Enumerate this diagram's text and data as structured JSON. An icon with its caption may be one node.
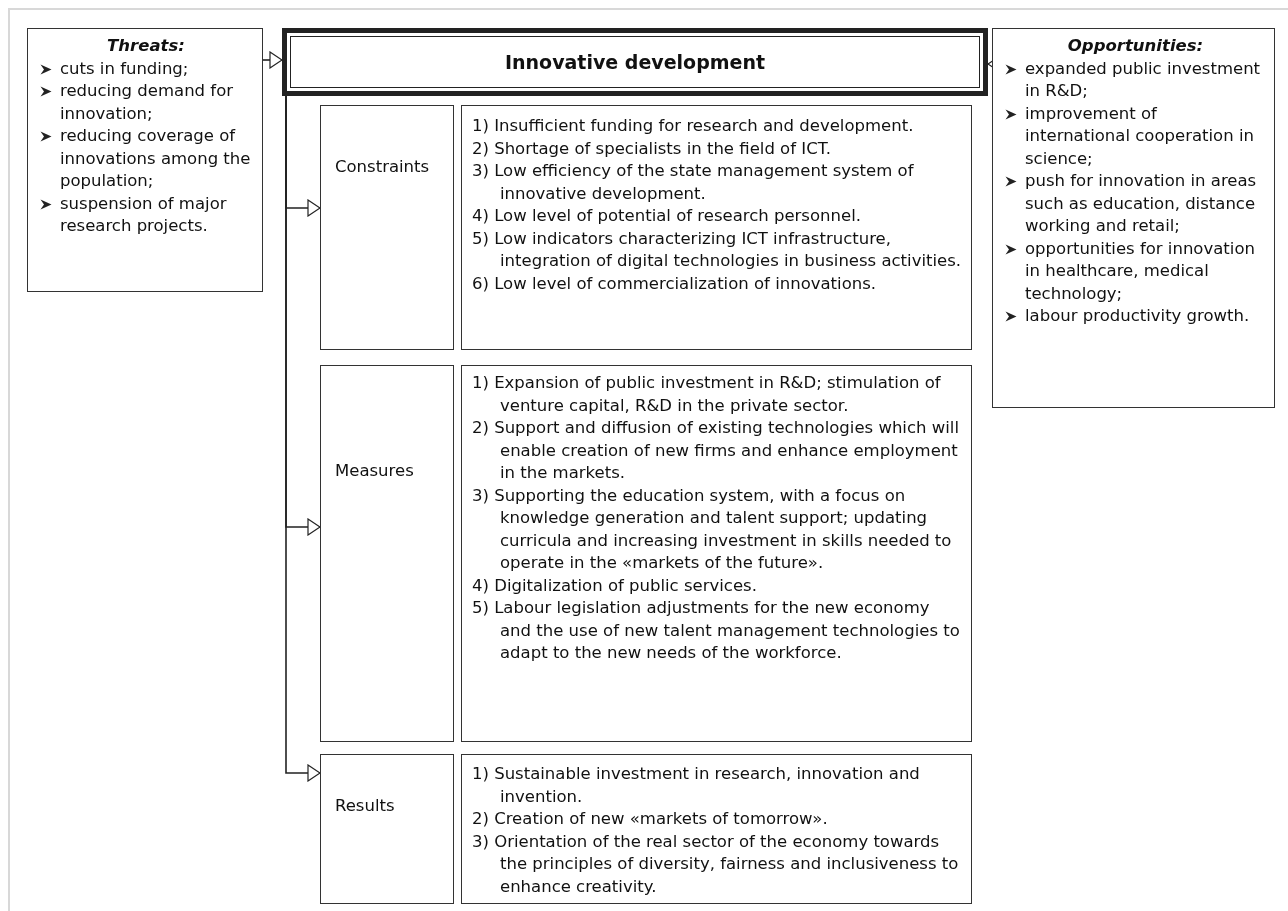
{
  "diagram": {
    "nodes": [
      {
        "text": [
          "Threats:",
          "cuts in funding;",
          "reducing demand for innovation;",
          "reducing coverage of innovations among the population;",
          "suspension of major research projects."
        ]
      },
      {
        "text": [
          "Innovative development"
        ]
      },
      {
        "text": [
          "Opportunities:",
          "expanded public investment in R&D;",
          "improvement of international cooperation in science;",
          "push for innovation in areas such as education, distance working and retail;",
          "opportunities for innovation in healthcare, medical technology;",
          "labour productivity growth."
        ]
      },
      {
        "text": [
          "Constraints"
        ]
      },
      {
        "text": [
          "1) Insufficient funding for research and development.",
          "2) Shortage of specialists in the field of ICT.",
          "3) Low efficiency of the state management system of innovative development.",
          "4) Low level of potential of research personnel.",
          "5) Low indicators characterizing ICT infrastructure, integration of digital technologies in business activities.",
          "6) Low level of commercialization of innovations."
        ]
      },
      {
        "text": [
          "Measures"
        ]
      },
      {
        "text": [
          "1) Expansion of public investment in R&D; stimulation of venture capital, R&D in the private sector.",
          "2) Support and diffusion of existing technologies which will enable creation of new firms and enhance employment in the markets.",
          "3) Supporting the education system, with a focus on knowledge generation and talent support; updating curricula and increasing investment in skills needed to operate in the «markets of the future».",
          "4) Digitalization of public services.",
          "5) Labour legislation adjustments for the new economy and the use of new talent management technologies to adapt to the new needs of the workforce."
        ]
      },
      {
        "text": [
          "Results"
        ]
      },
      {
        "text": [
          "1) Sustainable investment in research, innovation and invention.",
          "2) Creation of new «markets of tomorrow».",
          "3) Orientation of the real sector of the economy towards the principles of diversity, fairness and inclusiveness to enhance creativity."
        ]
      }
    ],
    "edges": [
      {
        "from": 0,
        "to": 1,
        "arrow": "to"
      },
      {
        "from": 2,
        "to": 1,
        "arrow": "to"
      },
      {
        "from": 1,
        "to": 3,
        "arrow": "to"
      },
      {
        "from": 1,
        "to": 5,
        "arrow": "to"
      },
      {
        "from": 1,
        "to": 7,
        "arrow": "to"
      }
    ]
  }
}
